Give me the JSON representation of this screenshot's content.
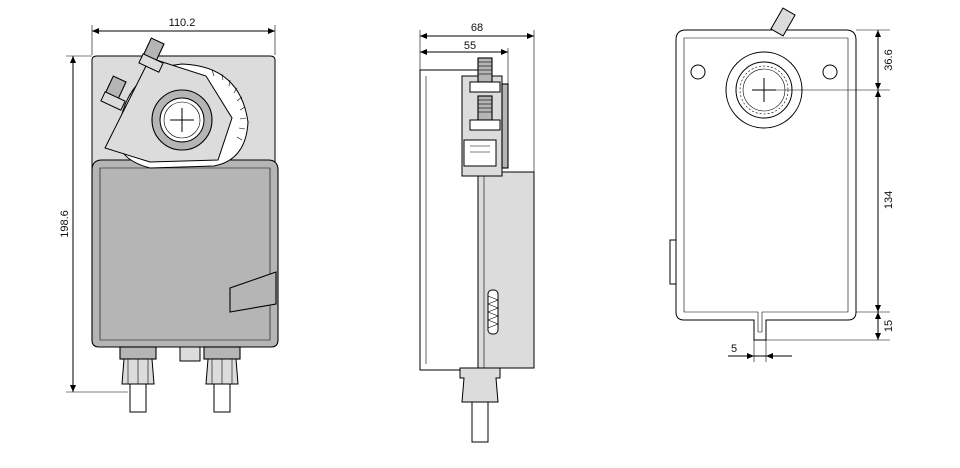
{
  "front_view": {
    "width_label": "110.2",
    "height_label": "198.6"
  },
  "side_view": {
    "depth_label": "68",
    "shaft_offset_label": "55"
  },
  "back_view": {
    "top_label": "36.6",
    "middle_label": "134",
    "bottom_label": "15",
    "slot_label": "5"
  }
}
